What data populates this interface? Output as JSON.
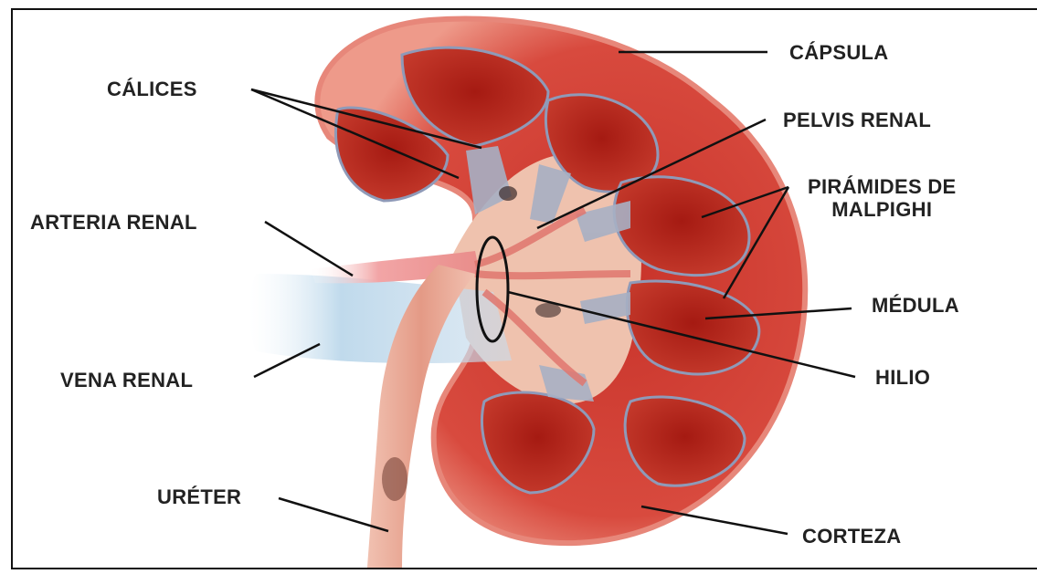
{
  "diagram": {
    "colors": {
      "cortex": "#d8453a",
      "capsule": "#e98a7a",
      "pyramid": "#b8231a",
      "pelvis": "#efc1ad",
      "calyx": "#a3acc0",
      "vein": "#b9d6ea",
      "artery": "#f1a7a8",
      "ureter": "#e9a996",
      "leader": "#111111"
    },
    "labels": {
      "capsula": "CÁPSULA",
      "calices": "CÁLICES",
      "pelvis_renal": "PELVIS RENAL",
      "piramides_line1": "PIRÁMIDES DE",
      "piramides_line2": "MALPIGHI",
      "arteria_renal": "ARTERIA RENAL",
      "medula": "MÉDULA",
      "hilio": "HILIO",
      "vena_renal": "VENA RENAL",
      "ureter": "URÉTER",
      "corteza": "CORTEZA"
    }
  }
}
